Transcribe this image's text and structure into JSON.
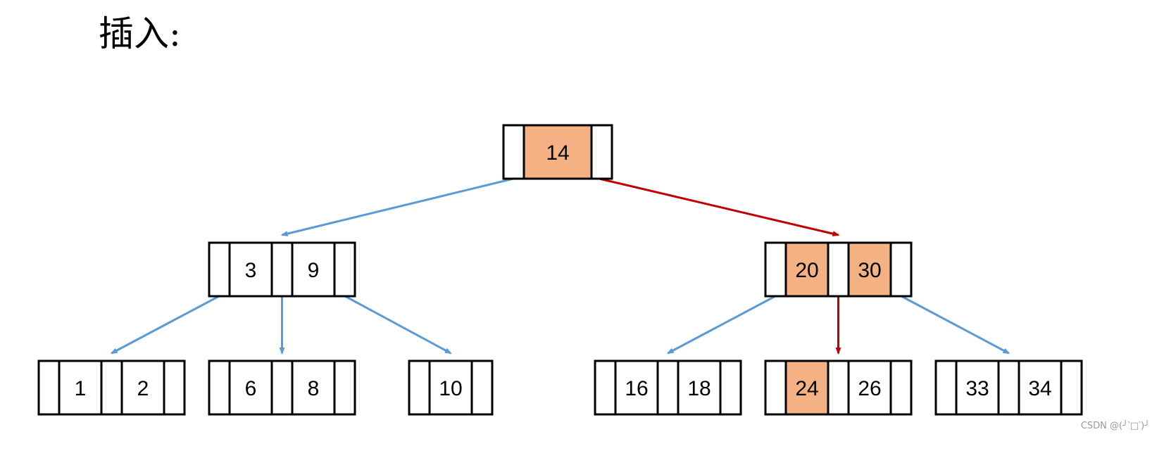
{
  "heading": "插入:",
  "watermark": "CSDN @(╯‵□′)╯",
  "colors": {
    "highlight_fill": "#f4b183",
    "normal_fill": "#ffffff",
    "border": "#000000",
    "edge_normal": "#5b9bd5",
    "edge_highlight": "#c00000"
  },
  "tree": {
    "nodes": [
      {
        "id": "root",
        "keys": [
          "14"
        ],
        "highlighted_keys": [
          "14"
        ]
      },
      {
        "id": "left",
        "keys": [
          "3",
          "9"
        ],
        "highlighted_keys": []
      },
      {
        "id": "right",
        "keys": [
          "20",
          "30"
        ],
        "highlighted_keys": [
          "20",
          "30"
        ]
      },
      {
        "id": "leaf-1",
        "keys": [
          "1",
          "2"
        ],
        "highlighted_keys": []
      },
      {
        "id": "leaf-2",
        "keys": [
          "6",
          "8"
        ],
        "highlighted_keys": []
      },
      {
        "id": "leaf-3",
        "keys": [
          "10"
        ],
        "highlighted_keys": []
      },
      {
        "id": "leaf-4",
        "keys": [
          "16",
          "18"
        ],
        "highlighted_keys": []
      },
      {
        "id": "leaf-5",
        "keys": [
          "24",
          "26"
        ],
        "highlighted_keys": [
          "24"
        ]
      },
      {
        "id": "leaf-6",
        "keys": [
          "33",
          "34"
        ],
        "highlighted_keys": []
      }
    ],
    "edges": [
      {
        "from": "root",
        "to": "left",
        "highlighted": false
      },
      {
        "from": "root",
        "to": "right",
        "highlighted": true
      },
      {
        "from": "left",
        "to": "leaf-1",
        "highlighted": false
      },
      {
        "from": "left",
        "to": "leaf-2",
        "highlighted": false
      },
      {
        "from": "left",
        "to": "leaf-3",
        "highlighted": false
      },
      {
        "from": "right",
        "to": "leaf-4",
        "highlighted": false
      },
      {
        "from": "right",
        "to": "leaf-5",
        "highlighted": true
      },
      {
        "from": "right",
        "to": "leaf-6",
        "highlighted": false
      }
    ]
  }
}
